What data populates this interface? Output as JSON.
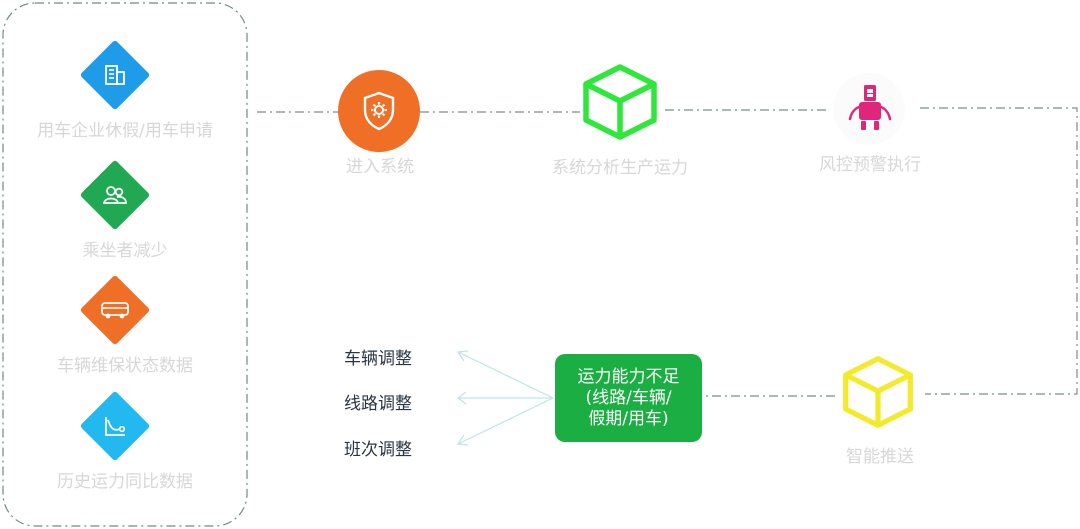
{
  "left_panel": {
    "items": [
      {
        "label": "用车企业休假/用车申请",
        "icon": "building-icon",
        "color": "#1e9be9"
      },
      {
        "label": "乘坐者减少",
        "icon": "users-icon",
        "color": "#21a852"
      },
      {
        "label": "车辆维保状态数据",
        "icon": "bus-icon",
        "color": "#ef6f27"
      },
      {
        "label": "历史运力同比数据",
        "icon": "line-chart-icon",
        "color": "#22b9f0"
      }
    ]
  },
  "flow": {
    "step1": {
      "label": "进入系统",
      "icon": "shield-gear-icon",
      "color": "#ef6f27"
    },
    "step2": {
      "label": "系统分析生产运力",
      "icon": "cube-icon",
      "color": "#2fe63a"
    },
    "step3": {
      "label": "风控预警执行",
      "icon": "robot-icon",
      "color": "#e0267b"
    },
    "step4": {
      "label": "智能推送",
      "icon": "cube-icon",
      "color": "#f2ea2a"
    },
    "insufficient": {
      "lines": [
        "运力能力不足",
        "(线路/车辆/",
        "假期/用车)"
      ],
      "color": "#1aae43"
    }
  },
  "adjustments": [
    "车辆调整",
    "线路调整",
    "班次调整"
  ]
}
